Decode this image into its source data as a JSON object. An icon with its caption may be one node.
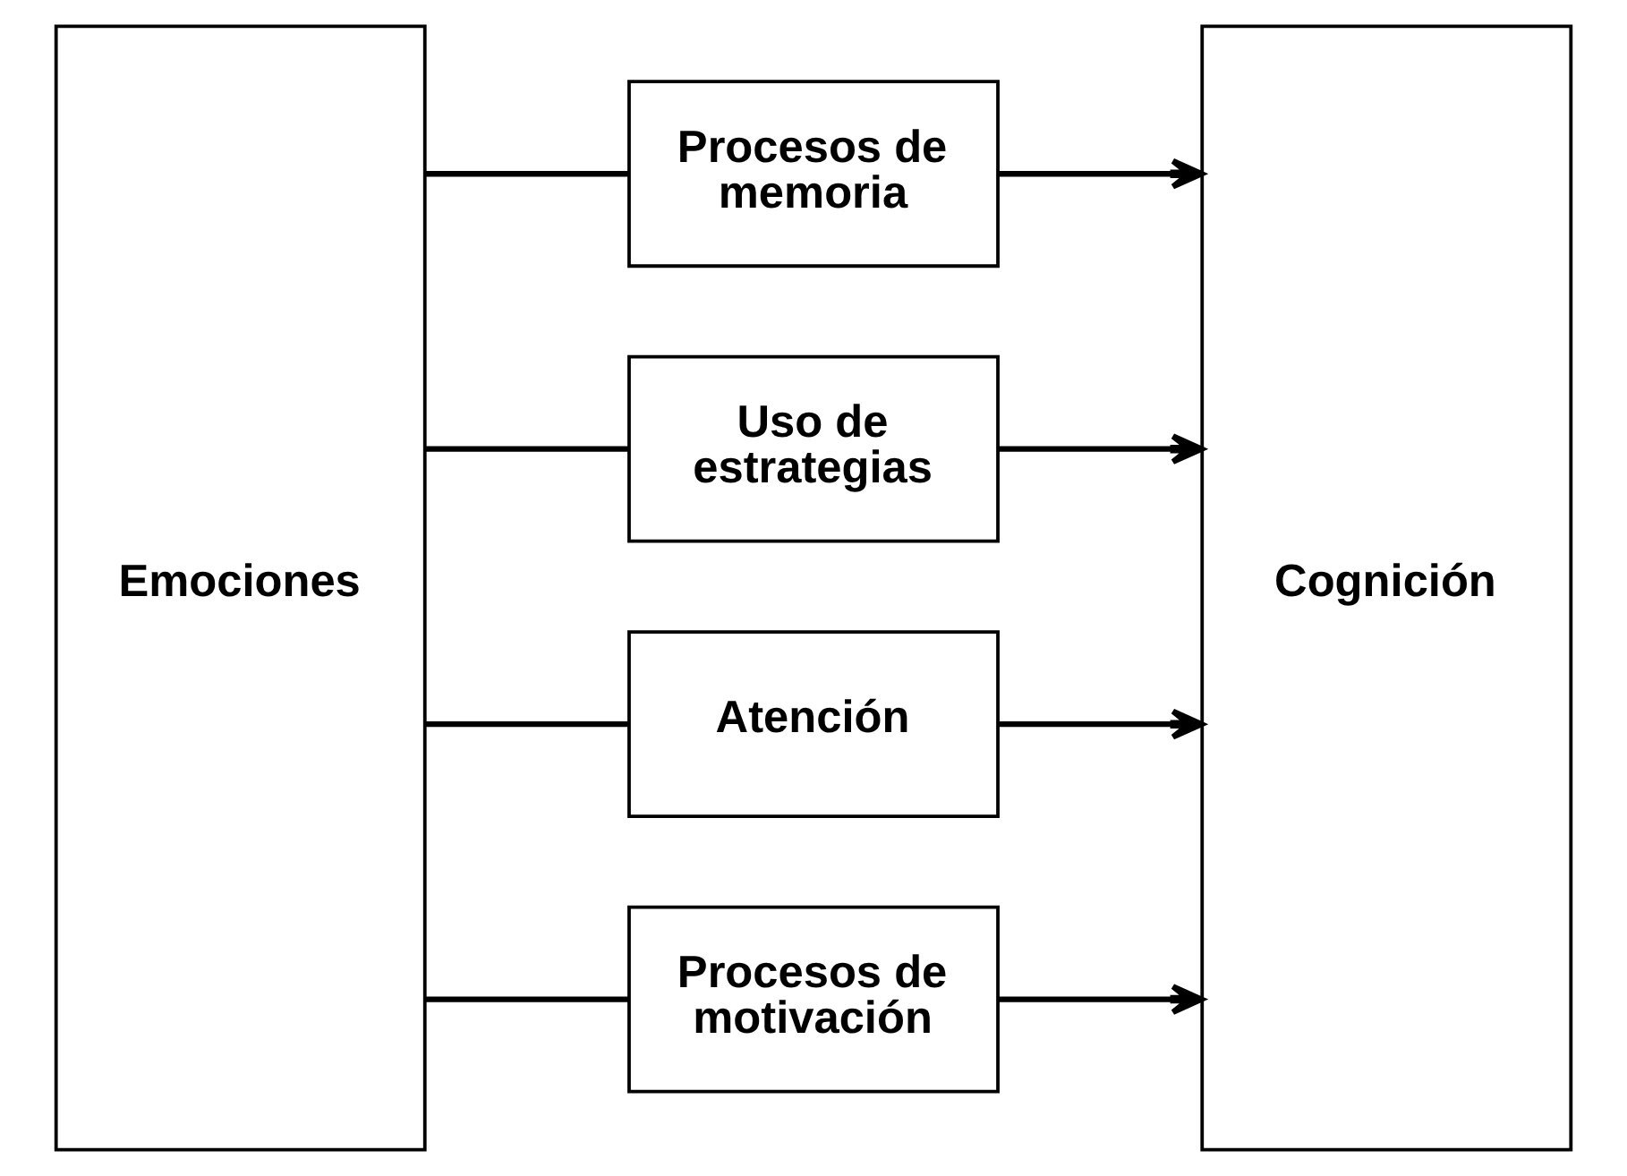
{
  "diagram": {
    "nodes": [
      {
        "text": [
          "Emociones"
        ]
      },
      {
        "text": [
          "Procesos de memoria"
        ]
      },
      {
        "text": [
          "Uso de estrategias"
        ]
      },
      {
        "text": [
          "Atención"
        ]
      },
      {
        "text": [
          "Procesos de motivación"
        ]
      },
      {
        "text": [
          "Cognición"
        ]
      }
    ],
    "edges": [
      {
        "from": 0,
        "to": 1,
        "arrow": "none"
      },
      {
        "from": 1,
        "to": 5,
        "arrow": "to"
      },
      {
        "from": 0,
        "to": 2,
        "arrow": "none"
      },
      {
        "from": 2,
        "to": 5,
        "arrow": "to"
      },
      {
        "from": 0,
        "to": 3,
        "arrow": "none"
      },
      {
        "from": 3,
        "to": 5,
        "arrow": "to"
      },
      {
        "from": 0,
        "to": 4,
        "arrow": "none"
      },
      {
        "from": 4,
        "to": 5,
        "arrow": "to"
      }
    ]
  }
}
